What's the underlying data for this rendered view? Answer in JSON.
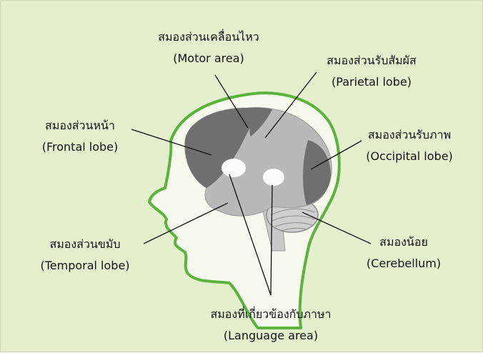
{
  "colors": {
    "background": "#e3efcd",
    "head_outline": "#5bb33c",
    "dark_region": "#6f6f6f",
    "light_region": "#b9b9b9",
    "highlight": "#ffffff"
  },
  "labels": {
    "motor": {
      "th": "สมองส่วนเคลื่อนไหว",
      "en": "(Motor area)"
    },
    "parietal": {
      "th": "สมองส่วนรับสัมผัส",
      "en": "(Parietal lobe)"
    },
    "frontal": {
      "th": "สมองส่วนหน้า",
      "en": "(Frontal lobe)"
    },
    "occipital": {
      "th": "สมองส่วนรับภาพ",
      "en": "(Occipital lobe)"
    },
    "temporal": {
      "th": "สมองส่วนขมับ",
      "en": "(Temporal lobe)"
    },
    "cerebellum": {
      "th": "สมองน้อย",
      "en": "(Cerebellum)"
    },
    "language": {
      "th": "สมองที่เกี่ยวข้องกับภาษา",
      "en": "(Language area)"
    }
  }
}
